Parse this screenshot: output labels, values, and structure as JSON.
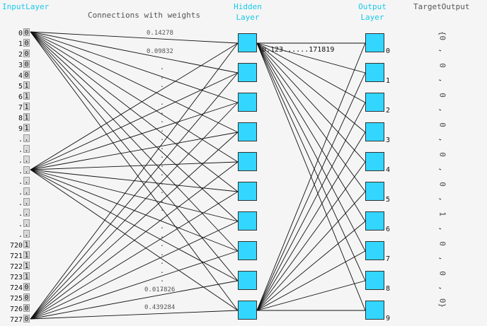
{
  "headers": {
    "input_layer": "InputLayer",
    "connections": "Connections with weights",
    "hidden_layer_1": "Hidden",
    "hidden_layer_2": "Layer",
    "output_layer_1": "Output",
    "output_layer_2": "Layer",
    "target_output": "TargetOutput"
  },
  "input_rows": [
    {
      "index": "0",
      "value": "0"
    },
    {
      "index": "1",
      "value": "0"
    },
    {
      "index": "2",
      "value": "0"
    },
    {
      "index": "3",
      "value": "0"
    },
    {
      "index": "4",
      "value": "0"
    },
    {
      "index": "5",
      "value": "1"
    },
    {
      "index": "6",
      "value": "1"
    },
    {
      "index": "7",
      "value": "1"
    },
    {
      "index": "8",
      "value": "1"
    },
    {
      "index": "9",
      "value": "1"
    },
    {
      "index": ".",
      "value": "."
    },
    {
      "index": ".",
      "value": "."
    },
    {
      "index": ".",
      "value": "."
    },
    {
      "index": ".",
      "value": "."
    },
    {
      "index": ".",
      "value": "."
    },
    {
      "index": ".",
      "value": "."
    },
    {
      "index": ".",
      "value": "."
    },
    {
      "index": ".",
      "value": "."
    },
    {
      "index": ".",
      "value": "."
    },
    {
      "index": ".",
      "value": "."
    },
    {
      "index": "720",
      "value": "1"
    },
    {
      "index": "721",
      "value": "1"
    },
    {
      "index": "722",
      "value": "1"
    },
    {
      "index": "723",
      "value": "1"
    },
    {
      "index": "724",
      "value": "0"
    },
    {
      "index": "725",
      "value": "0"
    },
    {
      "index": "726",
      "value": "0"
    },
    {
      "index": "727",
      "value": "0"
    }
  ],
  "weight_labels": {
    "top_1": "0.14278",
    "top_2": "0.09832",
    "bottom_1": "0.017826",
    "bottom_2": "0.439284"
  },
  "hidden_weight_label": "0.123......171819",
  "output_indices": [
    "0",
    "1",
    "2",
    "3",
    "4",
    "5",
    "6",
    "7",
    "8",
    "9"
  ],
  "target_output_chars": [
    "{0",
    ",",
    "0",
    ",",
    "0",
    ",",
    "0",
    ",",
    "0",
    ",",
    "0",
    ",",
    "1",
    ",",
    "0",
    ",",
    "0",
    ",",
    "0}"
  ],
  "colors": {
    "node_fill": "#33d6ff",
    "header_accent": "#19c9e8",
    "background": "#f5f5f5"
  }
}
